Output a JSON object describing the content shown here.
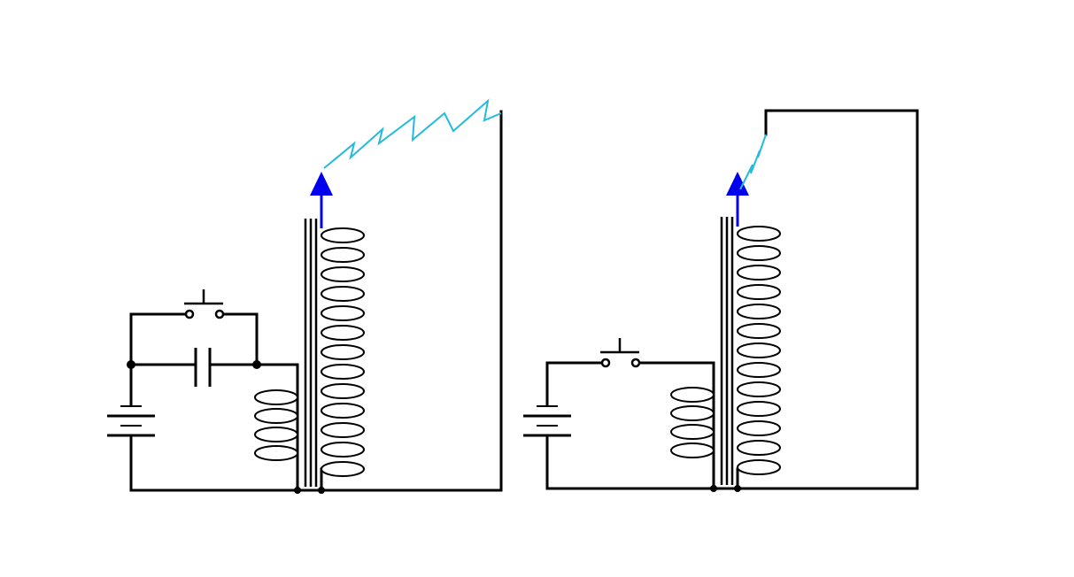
{
  "diagram": {
    "kind": "schematic",
    "colors": {
      "background": "#ffffff",
      "wire": "#000000",
      "output_arrow": "#0000ee",
      "spark": "#22bbdd"
    },
    "circuits": [
      {
        "id": "with-capacitor",
        "components": [
          "battery",
          "push-switch",
          "capacitor",
          "primary-coil",
          "iron-core",
          "secondary-coil",
          "output-terminal",
          "spark-gap"
        ],
        "primary_turns": 4,
        "secondary_turns": 13,
        "spark": "long"
      },
      {
        "id": "without-capacitor",
        "components": [
          "battery",
          "push-switch",
          "primary-coil",
          "iron-core",
          "secondary-coil",
          "output-terminal",
          "spark-gap"
        ],
        "primary_turns": 4,
        "secondary_turns": 13,
        "spark": "short"
      }
    ]
  }
}
